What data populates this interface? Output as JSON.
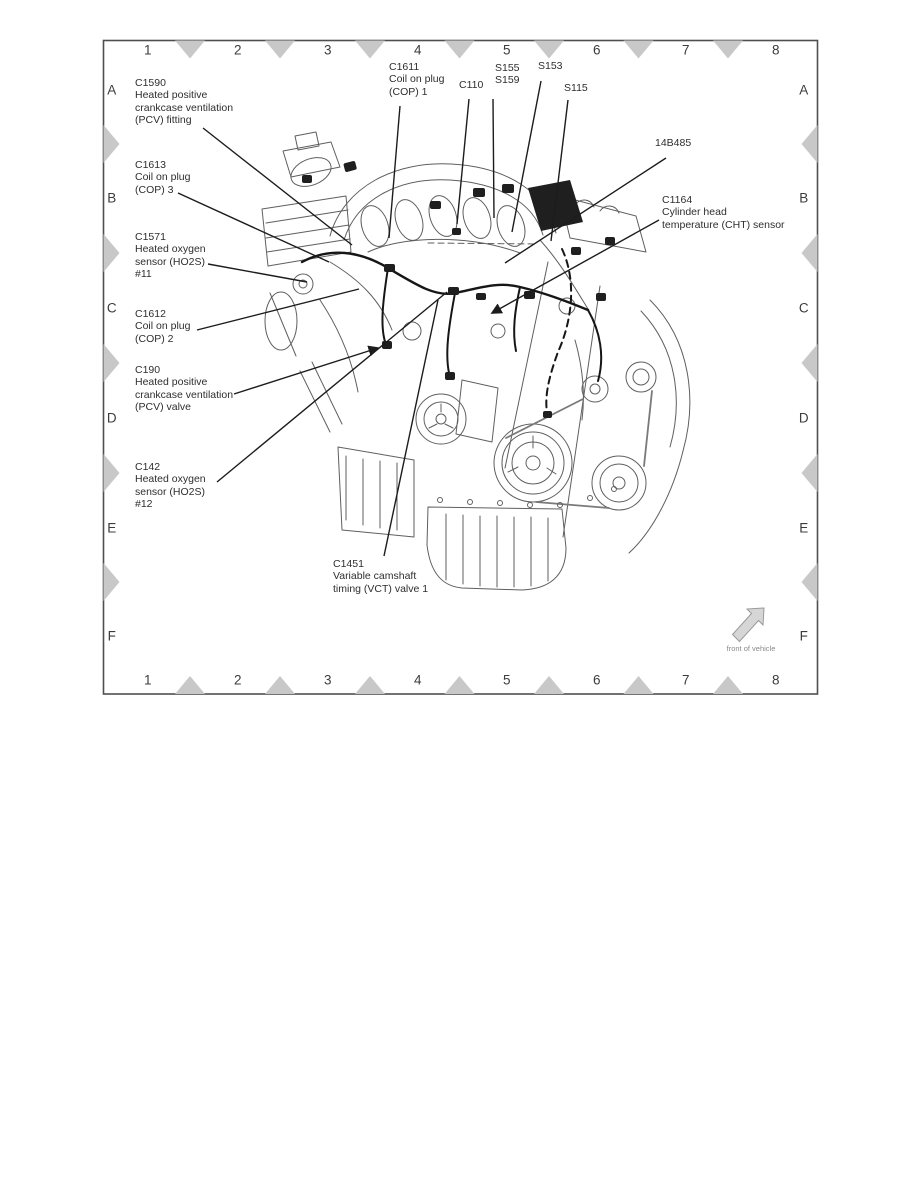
{
  "frame": {
    "columns": [
      "1",
      "2",
      "3",
      "4",
      "5",
      "6",
      "7",
      "8"
    ],
    "rows": [
      "A",
      "B",
      "C",
      "D",
      "E",
      "F"
    ],
    "marker_color": "#c8c8c8",
    "border_color": "#4f4f4f"
  },
  "diagram": {
    "front_arrow_label": "front of vehicle",
    "ink_color": "#1c1c1c",
    "art_color": "#5f5f5f",
    "callouts": [
      {
        "key": "C1590",
        "lines": [
          "C1590",
          "Heated positive",
          "crankcase ventilation",
          "(PCV) fitting"
        ]
      },
      {
        "key": "C1613",
        "lines": [
          "C1613",
          "Coil on plug",
          "(COP) 3"
        ]
      },
      {
        "key": "C1571",
        "lines": [
          "C1571",
          "Heated oxygen",
          "sensor (HO2S)",
          "#11"
        ]
      },
      {
        "key": "C1612",
        "lines": [
          "C1612",
          "Coil on plug",
          "(COP) 2"
        ]
      },
      {
        "key": "C190",
        "lines": [
          "C190",
          "Heated positive",
          "crankcase ventilation",
          "(PCV) valve"
        ]
      },
      {
        "key": "C142",
        "lines": [
          "C142",
          "Heated oxygen",
          "sensor (HO2S)",
          "#12"
        ]
      },
      {
        "key": "C1611",
        "lines": [
          "C1611",
          "Coil on plug",
          "(COP) 1"
        ]
      },
      {
        "key": "C110",
        "lines": [
          "C110"
        ]
      },
      {
        "key": "S155_S159",
        "lines": [
          "S155",
          "S159"
        ]
      },
      {
        "key": "S153",
        "lines": [
          "S153"
        ]
      },
      {
        "key": "S115",
        "lines": [
          "S115"
        ]
      },
      {
        "key": "14B485",
        "lines": [
          "14B485"
        ]
      },
      {
        "key": "C1164",
        "lines": [
          "C1164",
          "Cylinder head",
          "temperature (CHT) sensor"
        ]
      },
      {
        "key": "C1451",
        "lines": [
          "C1451",
          "Variable camshaft",
          "timing (VCT) valve 1"
        ]
      }
    ]
  }
}
